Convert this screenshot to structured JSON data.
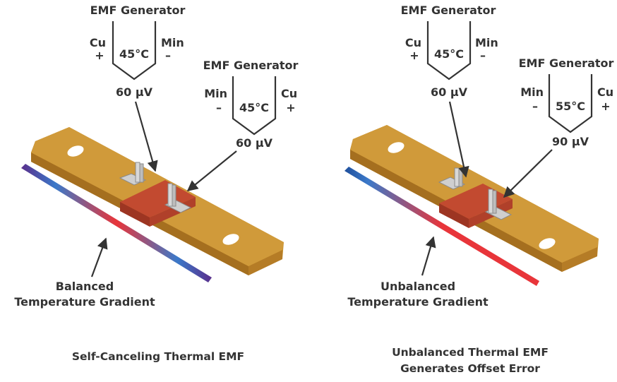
{
  "left": {
    "gen_a": {
      "title": "EMF Generator",
      "left_label": "Cu",
      "left_sign": "+",
      "temp": "45°C",
      "right_label": "Min",
      "right_sign": "–",
      "voltage": "60 μV"
    },
    "gen_b": {
      "title": "EMF Generator",
      "left_label": "Min",
      "left_sign": "–",
      "temp": "45°C",
      "right_label": "Cu",
      "right_sign": "+",
      "voltage": "60 μV"
    },
    "gradient_label": [
      "Balanced",
      "Temperature Gradient"
    ],
    "caption": [
      "Self-Canceling Thermal EMF"
    ]
  },
  "right": {
    "gen_a": {
      "title": "EMF Generator",
      "left_label": "Cu",
      "left_sign": "+",
      "temp": "45°C",
      "right_label": "Min",
      "right_sign": "–",
      "voltage": "60 μV"
    },
    "gen_b": {
      "title": "EMF Generator",
      "left_label": "Min",
      "left_sign": "–",
      "temp": "55°C",
      "right_label": "Cu",
      "right_sign": "+",
      "voltage": "90 μV"
    },
    "gradient_label": [
      "Unbalanced",
      "Temperature Gradient"
    ],
    "caption": [
      "Unbalanced Thermal EMF",
      "Generates Offset Error"
    ]
  },
  "colors": {
    "copper_top": "#c6902f",
    "copper_side": "#a56f1f",
    "shunt": "#c24a30",
    "ink": "#333333",
    "grad_blue": "#3b79c9",
    "grad_red": "#e8353a",
    "grad_purple": "#5a2f8c"
  }
}
